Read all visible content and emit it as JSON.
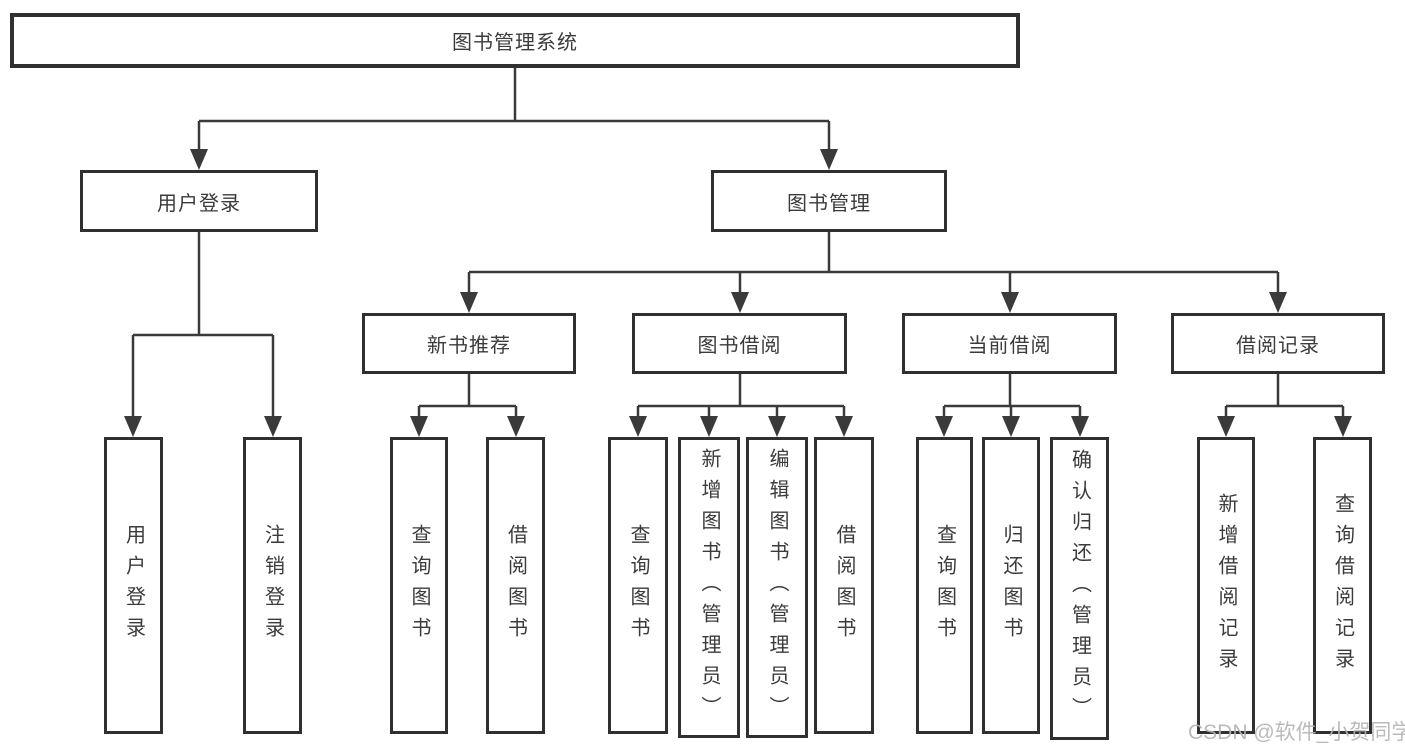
{
  "tree": {
    "root": "图书管理系统",
    "level2": [
      "用户登录",
      "图书管理"
    ],
    "level3": [
      "新书推荐",
      "图书借阅",
      "当前借阅",
      "借阅记录"
    ],
    "leaves": {
      "login": [
        "用户登录",
        "注销登录"
      ],
      "recommend": [
        "查询图书",
        "借阅图书"
      ],
      "borrow": [
        "查询图书",
        "新增图书（管理员）",
        "编辑图书（管理员）",
        "借阅图书"
      ],
      "current": [
        "查询图书",
        "归还图书",
        "确认归还（管理员）"
      ],
      "records": [
        "新增借阅记录",
        "查询借阅记录"
      ]
    }
  },
  "watermark": {
    "text": "CSDN @软件_小贺同学"
  },
  "colors": {
    "line": "#3a3a3a",
    "box_border": "#303030",
    "text": "#3b3b3b",
    "watermark": "#b3b3b3"
  }
}
